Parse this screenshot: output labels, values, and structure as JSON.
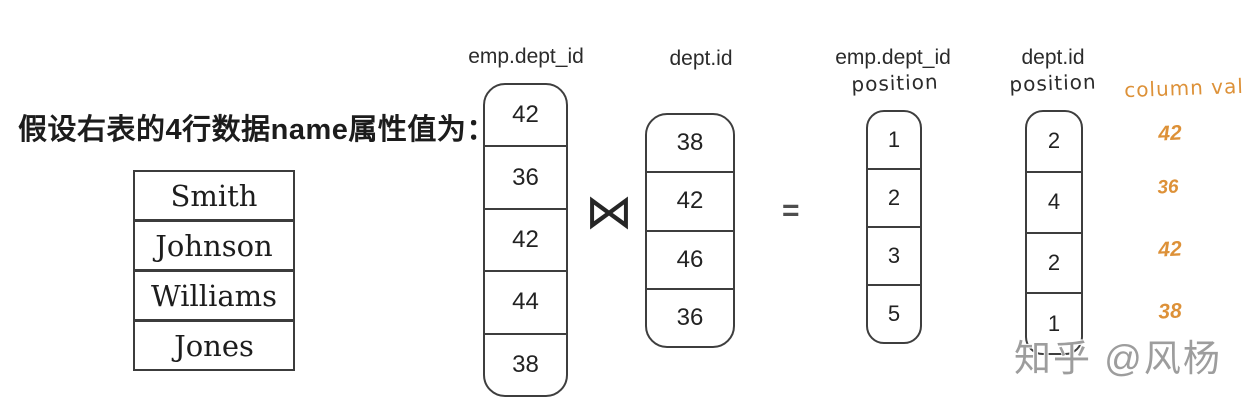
{
  "intro": {
    "text": "假设右表的4行数据name属性值为："
  },
  "name_table": {
    "rows": [
      "Smith",
      "Johnson",
      "Williams",
      "Jones"
    ]
  },
  "emp_column": {
    "label": "emp.dept_id",
    "values": [
      "42",
      "36",
      "42",
      "44",
      "38"
    ]
  },
  "join": {
    "symbol": "⋈"
  },
  "dept_column": {
    "label": "dept.id",
    "values": [
      "38",
      "42",
      "46",
      "36"
    ]
  },
  "equals": {
    "symbol": "="
  },
  "emp_position_column": {
    "label_line1": "emp.dept_id",
    "label_line2": "position",
    "values": [
      "1",
      "2",
      "3",
      "5"
    ]
  },
  "dept_position_column": {
    "label_line1": "dept.id",
    "label_line2": "position",
    "values": [
      "2",
      "4",
      "2",
      "1"
    ]
  },
  "column_val": {
    "label": "column val",
    "values": [
      "42",
      "36",
      "42",
      "38"
    ],
    "color": "#dd9138"
  },
  "watermark": {
    "text": "知乎 @风杨"
  }
}
